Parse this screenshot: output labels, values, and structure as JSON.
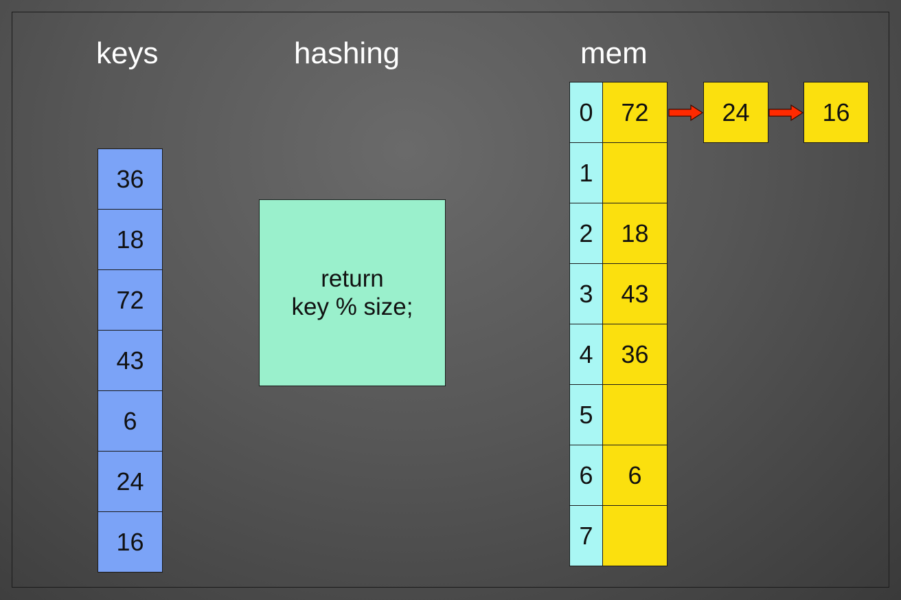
{
  "headings": {
    "keys": "keys",
    "hashing": "hashing",
    "mem": "mem"
  },
  "keys": [
    "36",
    "18",
    "72",
    "43",
    "6",
    "24",
    "16"
  ],
  "hash_function": {
    "line1": "return",
    "line2": "key % size;"
  },
  "mem": {
    "indices": [
      "0",
      "1",
      "2",
      "3",
      "4",
      "5",
      "6",
      "7"
    ],
    "values": [
      "72",
      "",
      "18",
      "43",
      "36",
      "",
      "6",
      ""
    ],
    "chain": [
      "24",
      "16"
    ]
  },
  "colors": {
    "key_cell": "#7ba3f7",
    "index_cell": "#a9f7f4",
    "value_cell": "#fbe00e",
    "hash_box": "#9af0cc",
    "arrow": "#ff2a00"
  }
}
